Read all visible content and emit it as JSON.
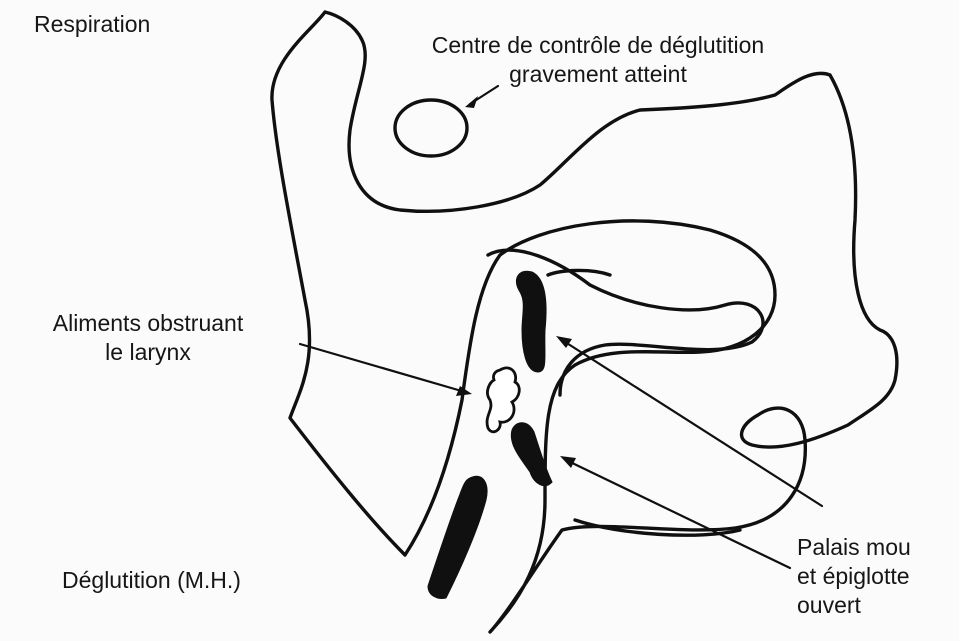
{
  "figure": {
    "colors": {
      "ink": "#101010",
      "paper": "#fbfbfb"
    },
    "labels": {
      "respiration": "Respiration",
      "control_center_line1": "Centre de contrôle de déglutition",
      "control_center_line2": "gravement atteint",
      "food_line1": "Aliments obstruant",
      "food_line2": "le larynx",
      "swallowing": "Déglutition (M.H.)",
      "palate_line1": "Palais mou",
      "palate_line2": "et épiglotte",
      "palate_line3": "ouvert"
    }
  }
}
